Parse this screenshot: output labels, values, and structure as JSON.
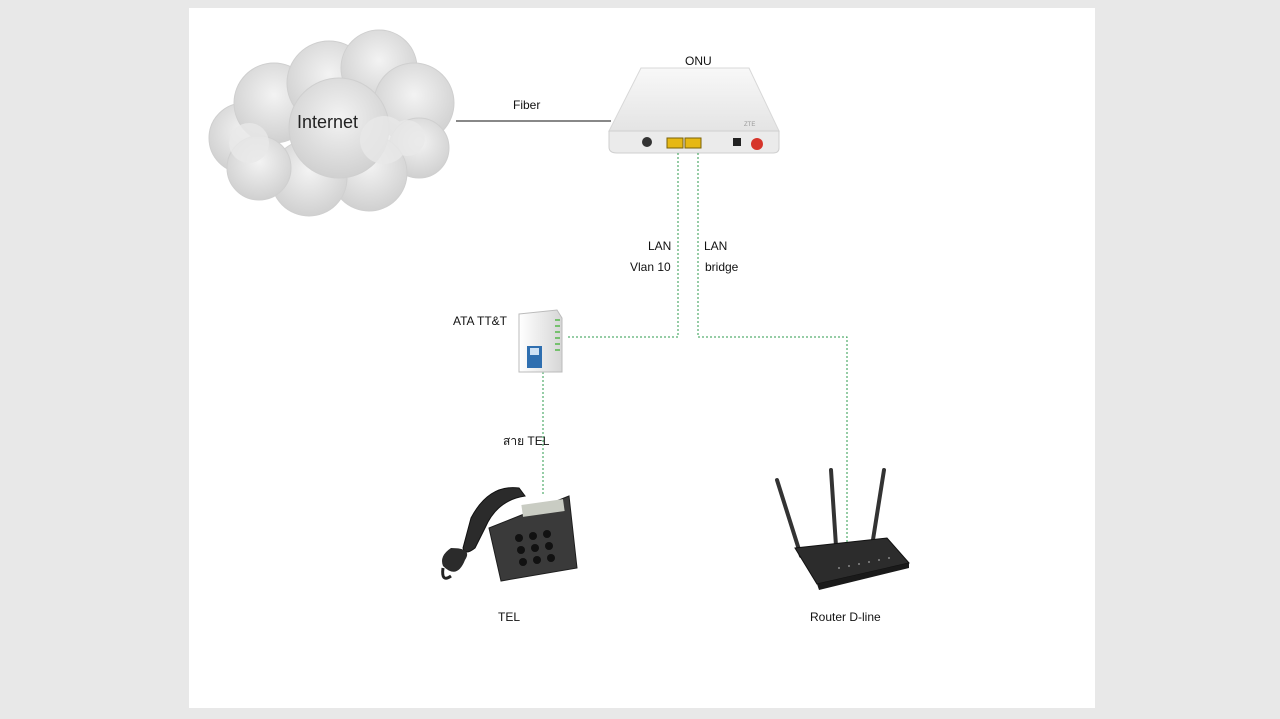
{
  "nodes": {
    "internet": "Internet",
    "onu": "ONU",
    "ata": "ATA TT&T",
    "tel": "TEL",
    "router": "Router D-line"
  },
  "links": {
    "fiber": "Fiber",
    "lan_left": "LAN",
    "vlan": "Vlan 10",
    "lan_right": "LAN",
    "bridge": "bridge",
    "tel_cable": "สาย TEL"
  },
  "colors": {
    "dotted_link": "#2e9b4e",
    "solid_link": "#111111",
    "canvas": "#ffffff",
    "background": "#e8e8e8"
  }
}
